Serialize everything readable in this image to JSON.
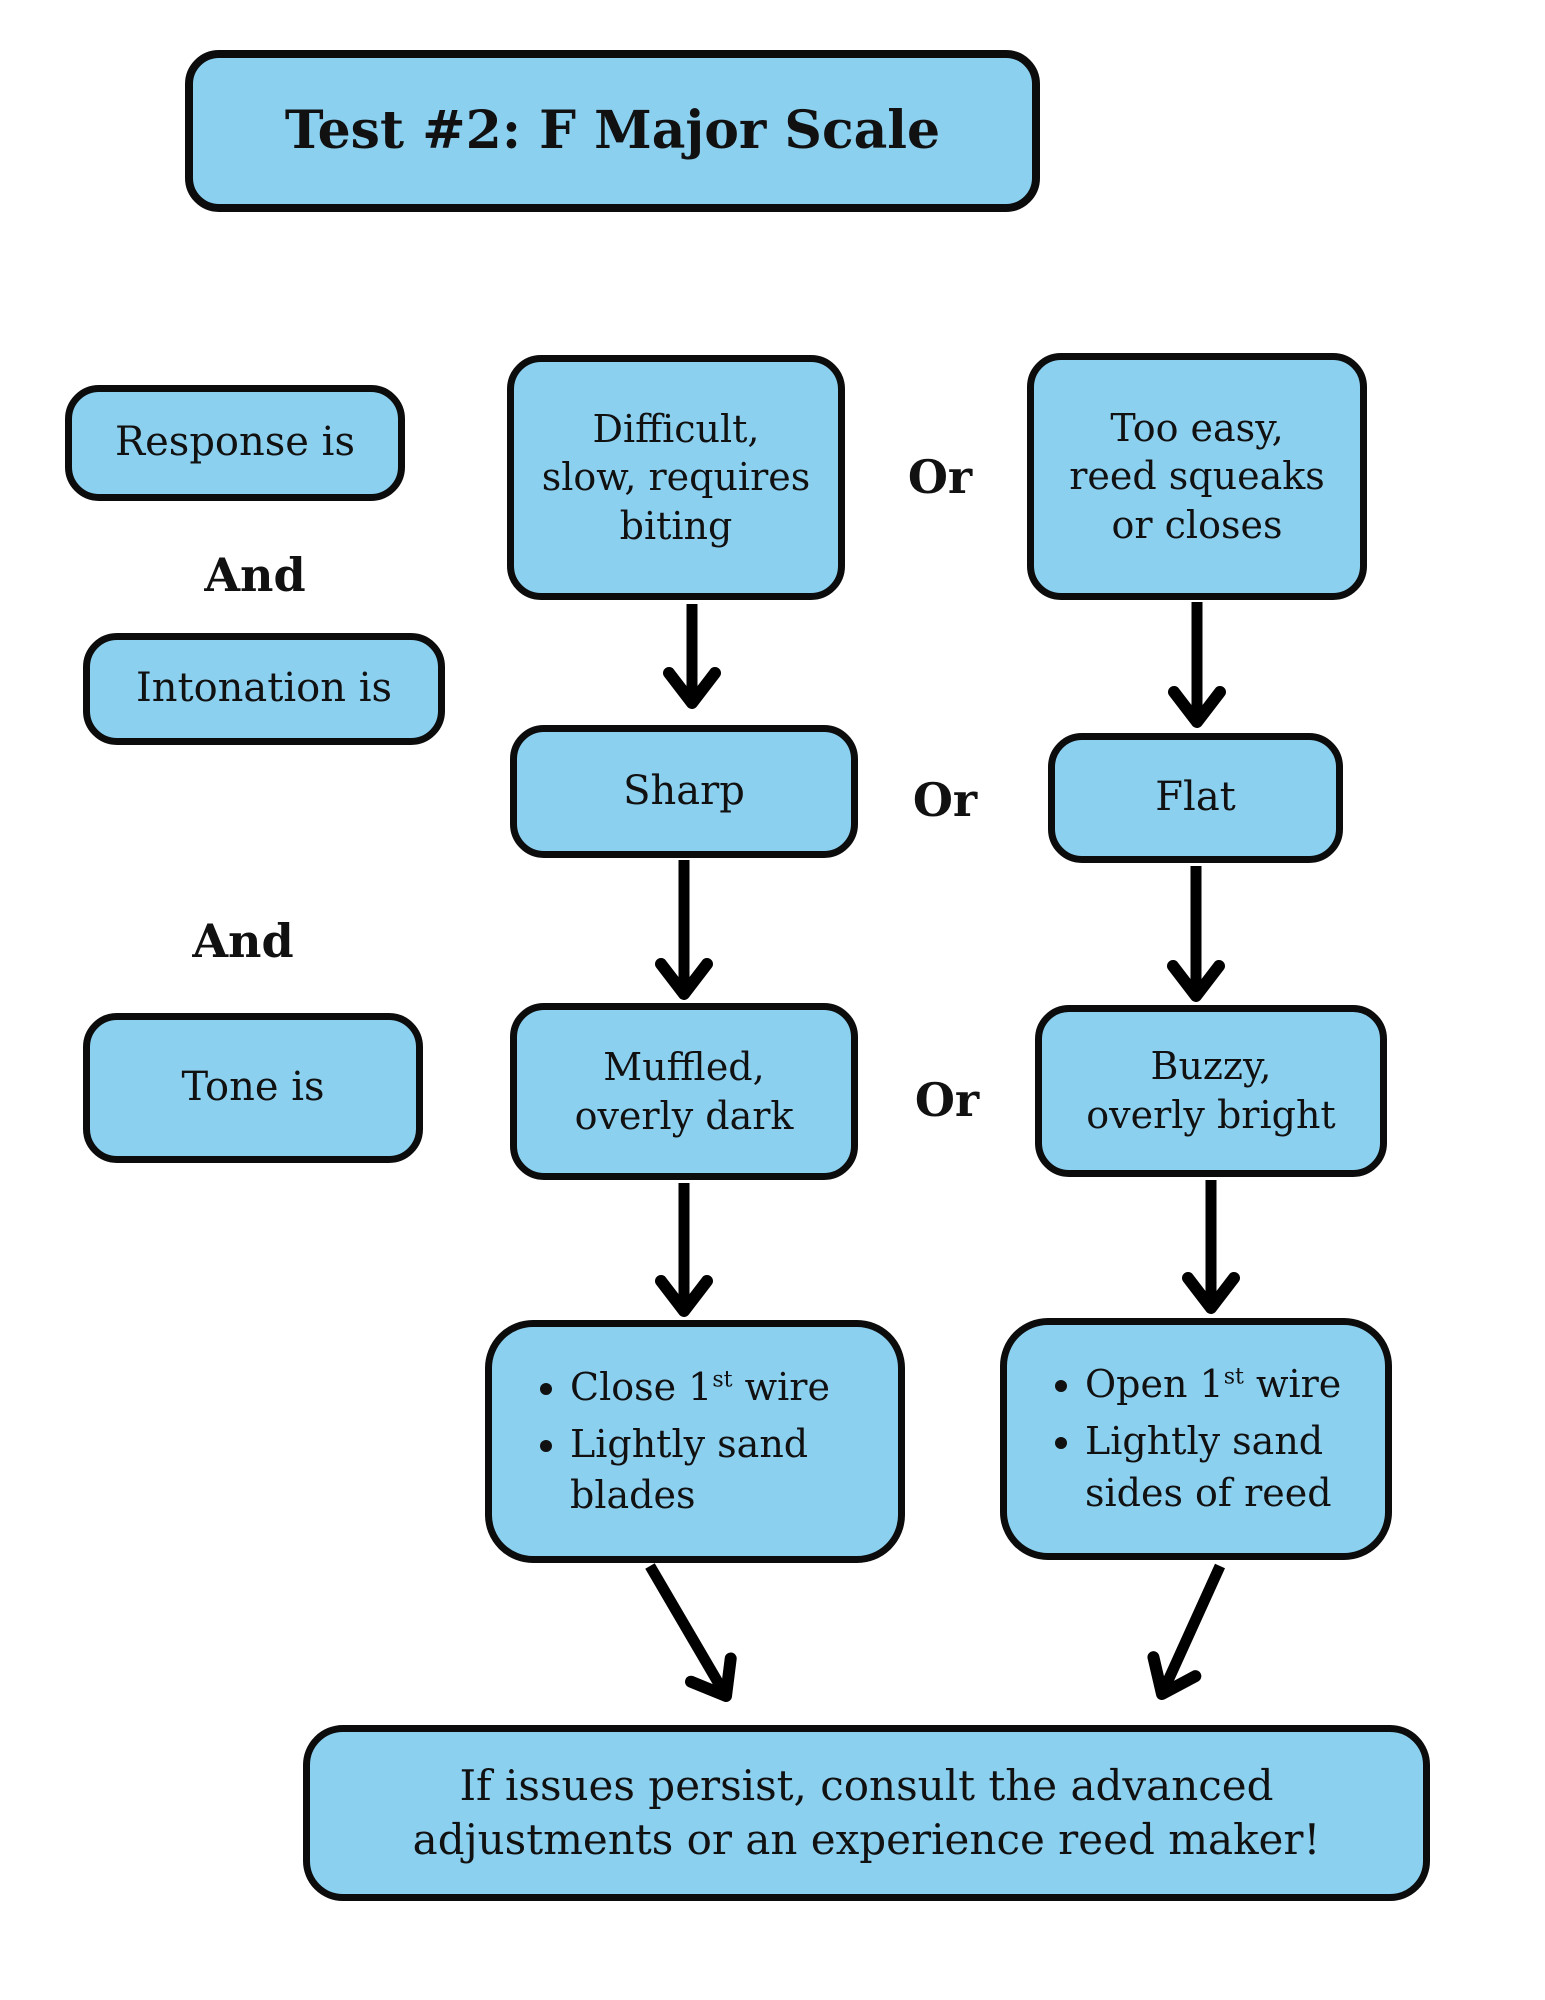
{
  "title": "Test #2: F Major Scale",
  "connectors": {
    "and": "And",
    "or": "Or"
  },
  "left_column": [
    "Response is",
    "Intonation is",
    "Tone is"
  ],
  "rows": [
    {
      "middle": "Difficult,\nslow, requires\nbiting",
      "right": "Too easy,\nreed squeaks\nor closes"
    },
    {
      "middle": "Sharp",
      "right": "Flat"
    },
    {
      "middle": "Muffled,\noverly dark",
      "right": "Buzzy,\noverly bright"
    }
  ],
  "remedies": {
    "left": [
      {
        "pre": "Close 1",
        "sup": "st",
        "post": " wire"
      },
      {
        "pre": "Lightly sand blades",
        "sup": "",
        "post": ""
      }
    ],
    "right": [
      {
        "pre": "Open 1",
        "sup": "st",
        "post": " wire"
      },
      {
        "pre": "Lightly sand sides of reed",
        "sup": "",
        "post": ""
      }
    ]
  },
  "footer": "If issues persist, consult the advanced\nadjustments or an experience reed maker!",
  "colors": {
    "box_fill": "#8cd0f0",
    "box_border": "#0c0c0c",
    "arrow": "#000000",
    "text": "#111111",
    "background": "#ffffff"
  }
}
